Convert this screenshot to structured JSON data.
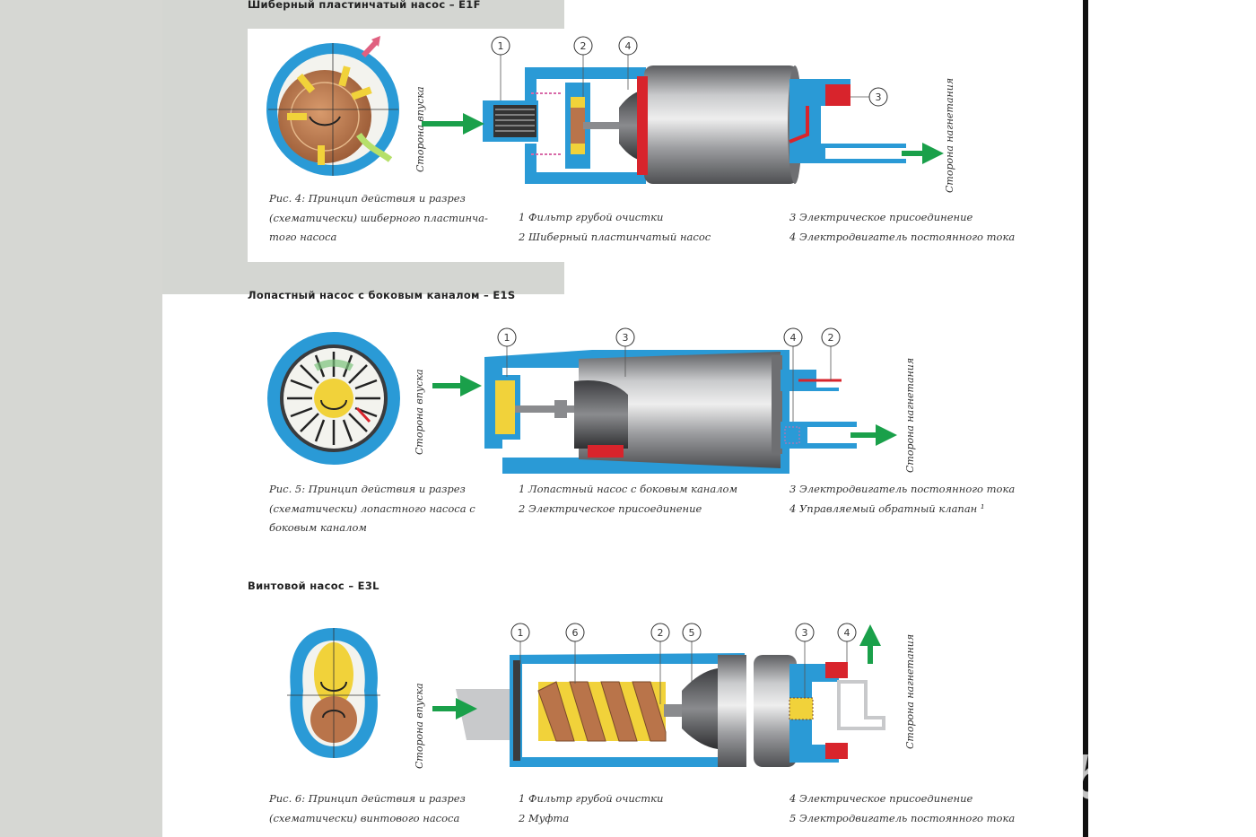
{
  "sections": {
    "e1f": {
      "title": "Шиберный пластинчатый насос – E1F",
      "intake": "Сторона впуска",
      "outlet": "Сторона нагнетания",
      "callouts": [
        "1",
        "2",
        "4",
        "3"
      ],
      "caption": [
        "Рис. 4: Принцип действия и разрез",
        "(схематически) шиберного пластинча-",
        "того насоса"
      ],
      "legend_left": [
        "1 Фильтр грубой очистки",
        "2 Шиберный пластинчатый насос"
      ],
      "legend_right": [
        "3 Электрическое присоединение",
        "4 Электродвигатель постоянного тока"
      ]
    },
    "e1s": {
      "title": "Лопастный насос с боковым каналом – E1S",
      "intake": "Сторона впуска",
      "outlet": "Сторона нагнетания",
      "callouts": [
        "1",
        "3",
        "4",
        "2"
      ],
      "caption": [
        "Рис. 5: Принцип действия и разрез",
        "(схематически) лопастного насоса с",
        "боковым каналом"
      ],
      "legend_left": [
        "1 Лопастный насос с боковым каналом",
        "2 Электрическое присоединение"
      ],
      "legend_right": [
        "3 Электродвигатель постоянного тока",
        "4 Управляемый обратный клапан ¹"
      ]
    },
    "e3l": {
      "title": "Винтовой насос – E3L",
      "intake": "Сторона впуска",
      "outlet": "Сторона нагнетания",
      "callouts": [
        "1",
        "6",
        "2",
        "5",
        "3",
        "4"
      ],
      "caption": [
        "Рис. 6: Принцип действия и разрез",
        "(схематически) винтового насоса"
      ],
      "legend_left": [
        "1 Фильтр грубой очистки",
        "2 Муфта"
      ],
      "legend_right": [
        "4 Электрическое присоединение",
        "5 Электродвигатель постоянного тока"
      ]
    }
  },
  "watermark": "abw",
  "colors": {
    "housing_blue": "#2a9ad6",
    "motor_gray": "#9a9b9e",
    "flow_green": "#1aa04a",
    "rotor_brown": "#b9744a",
    "vane_yellow": "#f1d23a",
    "connector_red": "#d8242c"
  }
}
